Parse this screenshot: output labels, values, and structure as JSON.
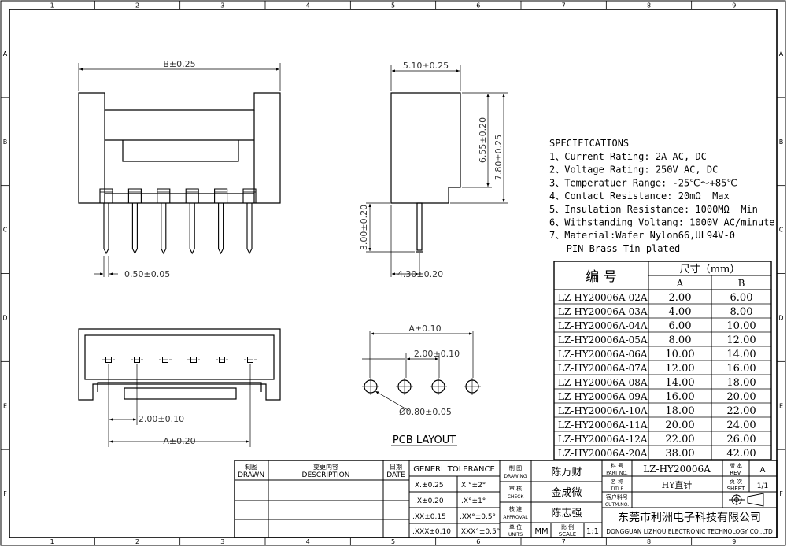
{
  "frame": {
    "columns": [
      "1",
      "2",
      "3",
      "4",
      "5",
      "6",
      "7",
      "8",
      "9"
    ],
    "rows": [
      "A",
      "B",
      "C",
      "D",
      "E",
      "F"
    ]
  },
  "dimensions": {
    "b_width": "B±0.25",
    "pin_width": "0.50±0.05",
    "side_width": "5.10±0.25",
    "height_655": "6.55±0.20",
    "height_780": "7.80±0.25",
    "pin_length": "3.00±0.20",
    "pin_offset": "4.30±0.20",
    "top_pitch": "2.00±0.10",
    "top_a": "A±0.20",
    "pcb_a": "A±0.10",
    "pcb_pitch": "2.00±0.10",
    "pcb_hole": "Ø0.80±0.05",
    "pcb_layout": "PCB LAYOUT"
  },
  "specifications": {
    "title": "SPECIFICATIONS",
    "lines": [
      "1、Current Rating: 2A AC, DC",
      "2、Voltage Rating: 250V AC, DC",
      "3、Temperatuer Range: -25℃～+85℃",
      "4、Contact Resistance: 20mΩ  Max",
      "5、Insulation Resistance: 1000MΩ  Min",
      "6、Withstanding Voltang: 1000V AC/minute",
      "7、Material:Wafer Nylon66,UL94V-0",
      "   PIN Brass Tin-plated"
    ]
  },
  "part_table": {
    "col_code": "编    号",
    "col_size": "尺寸（mm）",
    "col_a": "A",
    "col_b": "B",
    "rows": [
      {
        "code": "LZ-HY20006A-02A",
        "a": "2.00",
        "b": "6.00"
      },
      {
        "code": "LZ-HY20006A-03A",
        "a": "4.00",
        "b": "8.00"
      },
      {
        "code": "LZ-HY20006A-04A",
        "a": "6.00",
        "b": "10.00"
      },
      {
        "code": "LZ-HY20006A-05A",
        "a": "8.00",
        "b": "12.00"
      },
      {
        "code": "LZ-HY20006A-06A",
        "a": "10.00",
        "b": "14.00"
      },
      {
        "code": "LZ-HY20006A-07A",
        "a": "12.00",
        "b": "16.00"
      },
      {
        "code": "LZ-HY20006A-08A",
        "a": "14.00",
        "b": "18.00"
      },
      {
        "code": "LZ-HY20006A-09A",
        "a": "16.00",
        "b": "20.00"
      },
      {
        "code": "LZ-HY20006A-10A",
        "a": "18.00",
        "b": "22.00"
      },
      {
        "code": "LZ-HY20006A-11A",
        "a": "20.00",
        "b": "24.00"
      },
      {
        "code": "LZ-HY20006A-12A",
        "a": "22.00",
        "b": "26.00"
      },
      {
        "code": "LZ-HY20006A-20A",
        "a": "38.00",
        "b": "42.00"
      }
    ]
  },
  "title_block": {
    "drawn_cn": "制图",
    "drawn_en": "DRAWN",
    "desc_cn": "变更内容",
    "desc_en": "DESCRIPTION",
    "date_cn": "日期",
    "date_en": "DATE",
    "tolerance_title": "GENERL  TOLERANCE",
    "tol_1": "X.±0.25",
    "tol_2": "X.°±2°",
    "tol_3": ".X±0.20",
    "tol_4": ".X°±1°",
    "tol_5": ".XX±0.15",
    "tol_6": ".XX°±0.5°",
    "tol_7": ".XXX±0.10",
    "tol_8": ".XXX°±0.5°",
    "drawing_cn": "制  图",
    "drawing_en": "DRAWING",
    "check_cn": "审  核",
    "check_en": "CHECK",
    "approval_cn": "核  准",
    "approval_en": "APPROVAL",
    "units_cn": "单 位",
    "units_en": "UNITS",
    "drawer": "陈万财",
    "checker": "金成微",
    "approver": "陈志强",
    "units": "MM",
    "scale_cn": "比 例",
    "scale_en": "SCALE",
    "scale": "1:1",
    "partno_cn": "料  号",
    "partno_en": "PART NO.",
    "partno": "LZ-HY20006A",
    "title_cn": "名  称",
    "title_en": "TITLE",
    "title": "HY直针",
    "cust_cn": "客户料号",
    "cust_en": "CUTM.NO.",
    "rev_cn": "版 本",
    "rev_en": "REV.",
    "rev": "A",
    "sheet_cn": "页 次",
    "sheet_en": "SHEET",
    "sheet": "1/1",
    "company_cn": "东莞市利洲电子科技有限公司",
    "company_en": "DONGGUAN LIZHOU ELECTRONIC TECHNOLOGY CO.,LTD"
  }
}
